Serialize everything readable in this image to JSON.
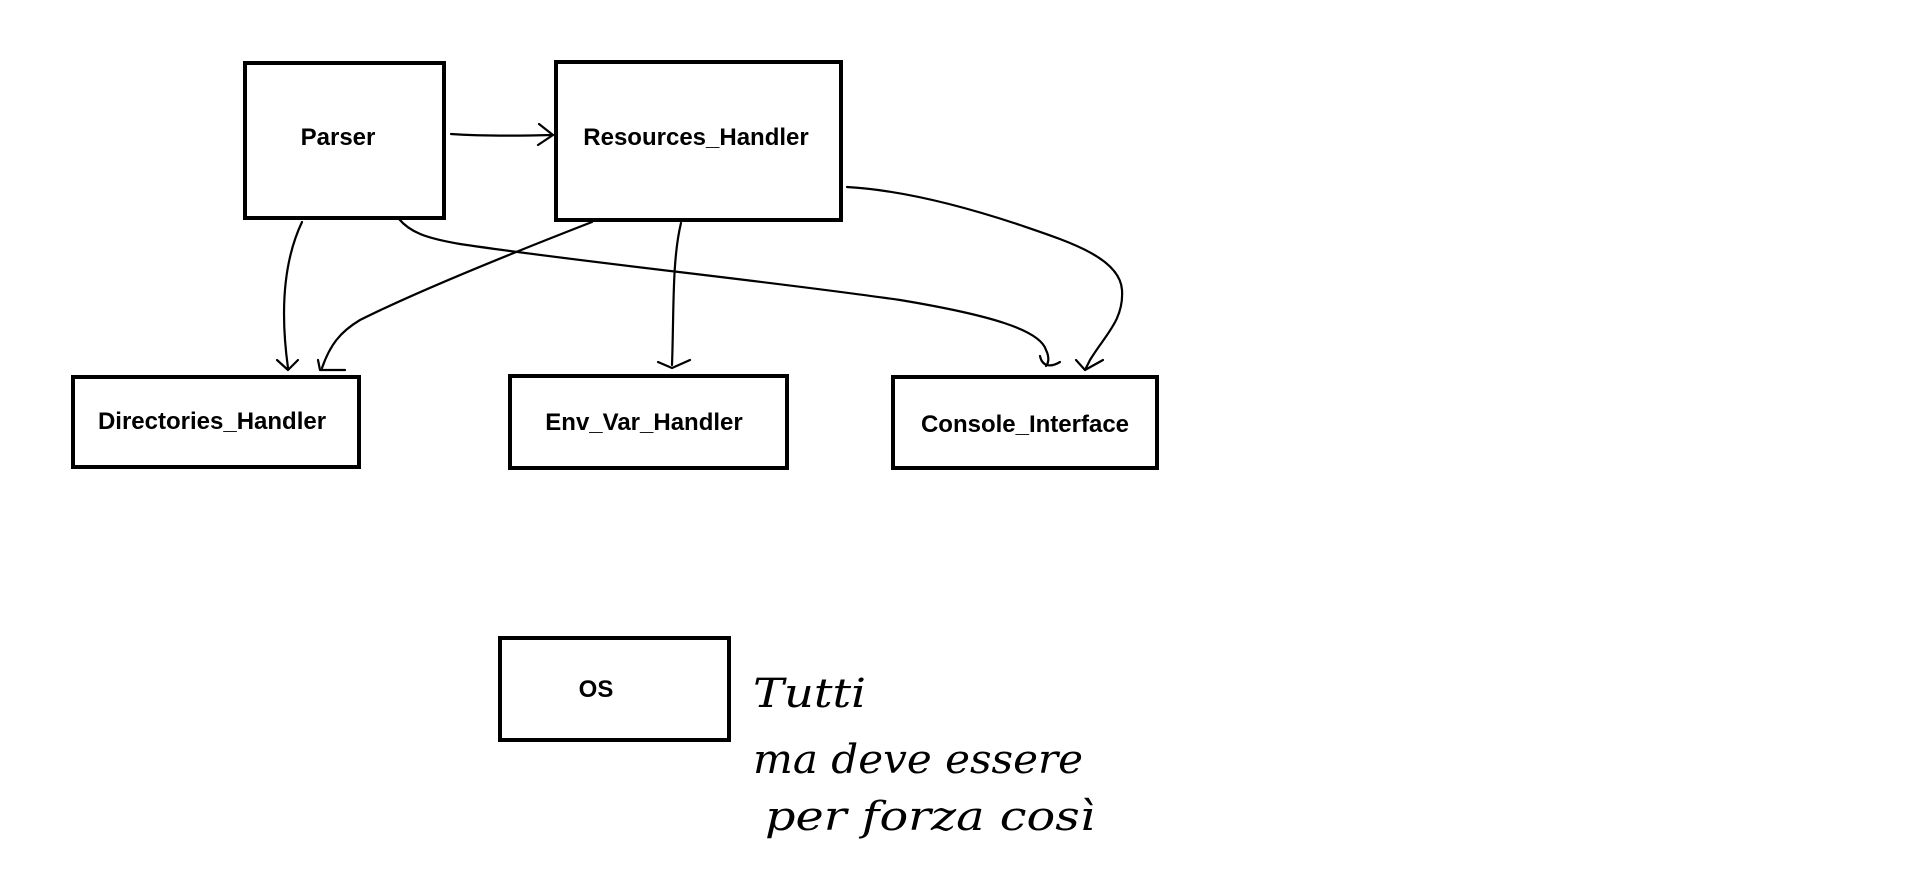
{
  "diagram": {
    "nodes": {
      "parser": {
        "label": "Parser"
      },
      "resources_handler": {
        "label": "Resources_Handler"
      },
      "directories_handler": {
        "label": "Directories_Handler"
      },
      "env_var_handler": {
        "label": "Env_Var_Handler"
      },
      "console_interface": {
        "label": "Console_Interface"
      },
      "os": {
        "label": "OS"
      }
    },
    "edges": [
      {
        "from": "Parser",
        "to": "Resources_Handler"
      },
      {
        "from": "Parser",
        "to": "Directories_Handler"
      },
      {
        "from": "Parser",
        "to": "Console_Interface"
      },
      {
        "from": "Resources_Handler",
        "to": "Directories_Handler"
      },
      {
        "from": "Resources_Handler",
        "to": "Env_Var_Handler"
      },
      {
        "from": "Resources_Handler",
        "to": "Console_Interface"
      }
    ],
    "note": {
      "line1": "Tutti",
      "line2": "ma deve essere",
      "line3": "per forza così"
    }
  },
  "colors": {
    "stroke": "#000000",
    "background": "#ffffff"
  }
}
